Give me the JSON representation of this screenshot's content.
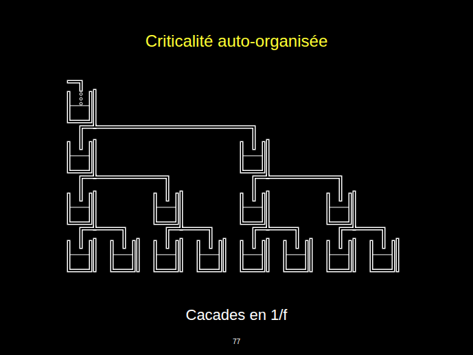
{
  "diagram": {
    "title": "Criticalité auto-organisée",
    "caption": "Cacades en 1/f",
    "labels": [
      "77"
    ]
  }
}
